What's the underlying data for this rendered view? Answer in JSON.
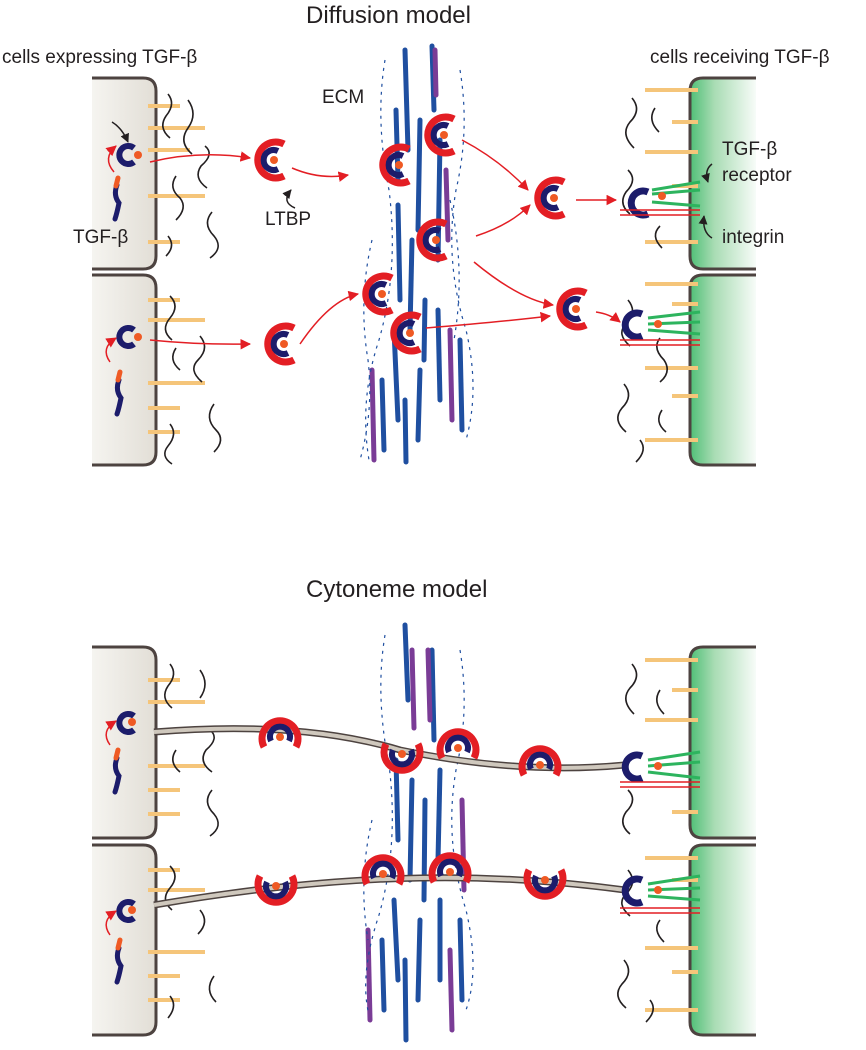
{
  "diffusion": {
    "title": "Diffusion model",
    "cells_expressing_label": "cells expressing TGF-β",
    "cells_receiving_label": "cells receiving TGF-β",
    "ecm_label": "ECM",
    "ltbp_label": "LTBP",
    "tgfb_label": "TGF-β",
    "receptor_label_line1": "TGF-β",
    "receptor_label_line2": "receptor",
    "integrin_label": "integrin"
  },
  "cytoneme": {
    "title": "Cytoneme model"
  },
  "colors": {
    "cell_outline": "#4d4340",
    "sending_cell_fill": "#eeece7",
    "receiving_cell_green": "#55c27a",
    "latent_complex_red": "#e31e24",
    "ligand_navy": "#1c1c6b",
    "tgfb_orange": "#ef5a24",
    "ecm_blue": "#1f4fa0",
    "ecm_purple": "#7a3c96",
    "surface_tan": "#f5c57a",
    "arrow_red": "#e31e24",
    "cytoneme_grey": "#b8b1a7"
  }
}
